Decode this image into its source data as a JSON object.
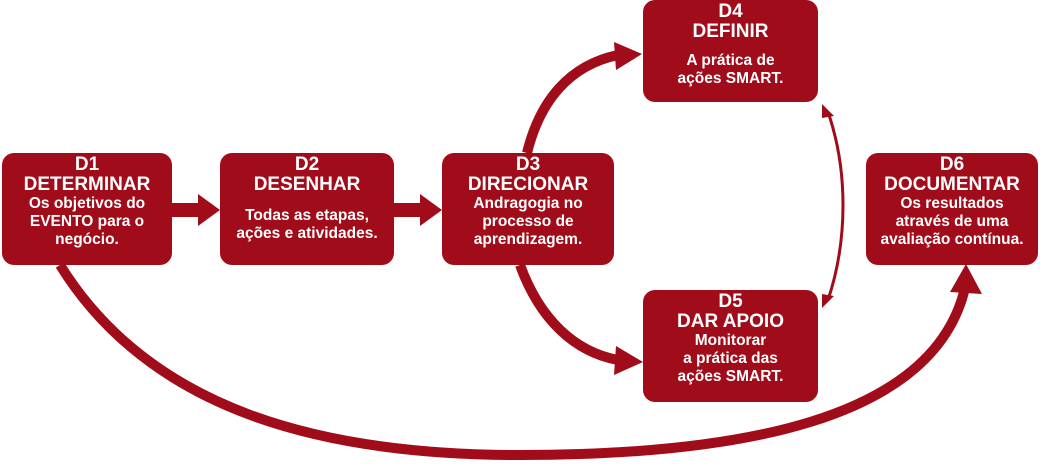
{
  "colors": {
    "box": "#a00c1a",
    "arrow": "#a00c1a",
    "text": "#ffffff"
  },
  "steps": [
    {
      "id": "d1",
      "code": "D1",
      "title": "DETERMINAR",
      "desc": [
        "Os objetivos do",
        "EVENTO para o",
        "negócio."
      ]
    },
    {
      "id": "d2",
      "code": "D2",
      "title": "DESENHAR",
      "desc": [
        "Todas as etapas,",
        "ações e atividades."
      ]
    },
    {
      "id": "d3",
      "code": "D3",
      "title": "DIRECIONAR",
      "desc": [
        "Andragogia no",
        "processo de",
        "aprendizagem."
      ]
    },
    {
      "id": "d4",
      "code": "D4",
      "title": "DEFINIR",
      "desc": [
        "A prática de",
        "ações SMART."
      ]
    },
    {
      "id": "d5",
      "code": "D5",
      "title": "DAR APOIO",
      "desc": [
        "Monitorar",
        "a prática das",
        "ações SMART."
      ]
    },
    {
      "id": "d6",
      "code": "D6",
      "title": "DOCUMENTAR",
      "desc": [
        "Os resultados",
        "através de uma",
        "avaliação contínua."
      ]
    }
  ]
}
